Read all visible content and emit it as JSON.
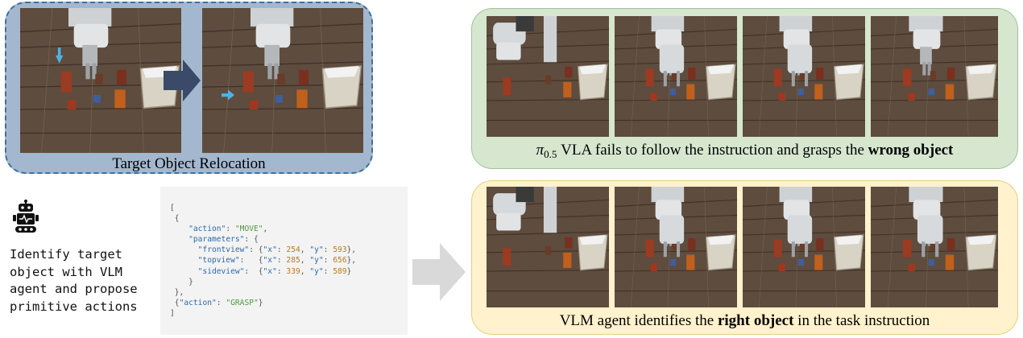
{
  "relocation_panel": {
    "caption": "Target Object Relocation"
  },
  "wrong_panel": {
    "caption_symbol": "π",
    "caption_subscript": "0.5",
    "caption_text": " VLA fails to follow the instruction and grasps the ",
    "caption_bold": "wrong object"
  },
  "right_panel": {
    "caption_text": "VLM agent identifies the ",
    "caption_bold": "right object",
    "caption_tail": " in the task instruction"
  },
  "agent": {
    "icon": "robot-icon",
    "lines": [
      "Identify target",
      "object with VLM",
      "agent and propose",
      "primitive actions"
    ]
  },
  "code": {
    "open_bracket": "[",
    "open_brace": "{",
    "action_key": "\"action\"",
    "move_value": "\"MOVE\"",
    "parameters_key": "\"parameters\"",
    "frontview_key": "\"frontview\"",
    "topview_key": "\"topview\"",
    "sideview_key": "\"sideview\"",
    "x_key": "\"x\"",
    "y_key": "\"y\"",
    "frontview_x": "254",
    "frontview_y": "593",
    "topview_x": "285",
    "topview_y": "656",
    "sideview_x": "339",
    "sideview_y": "589",
    "grasp_value": "\"GRASP\"",
    "close_bracket": "]"
  },
  "colors": {
    "relocation_bg": "#a3b8cf",
    "wrong_bg": "#d6e6cf",
    "right_bg": "#fff2cc",
    "big_arrow": "#3b4a68",
    "gray_arrow": "#d9d9d9",
    "cue_arrow": "#4fb0e6"
  }
}
